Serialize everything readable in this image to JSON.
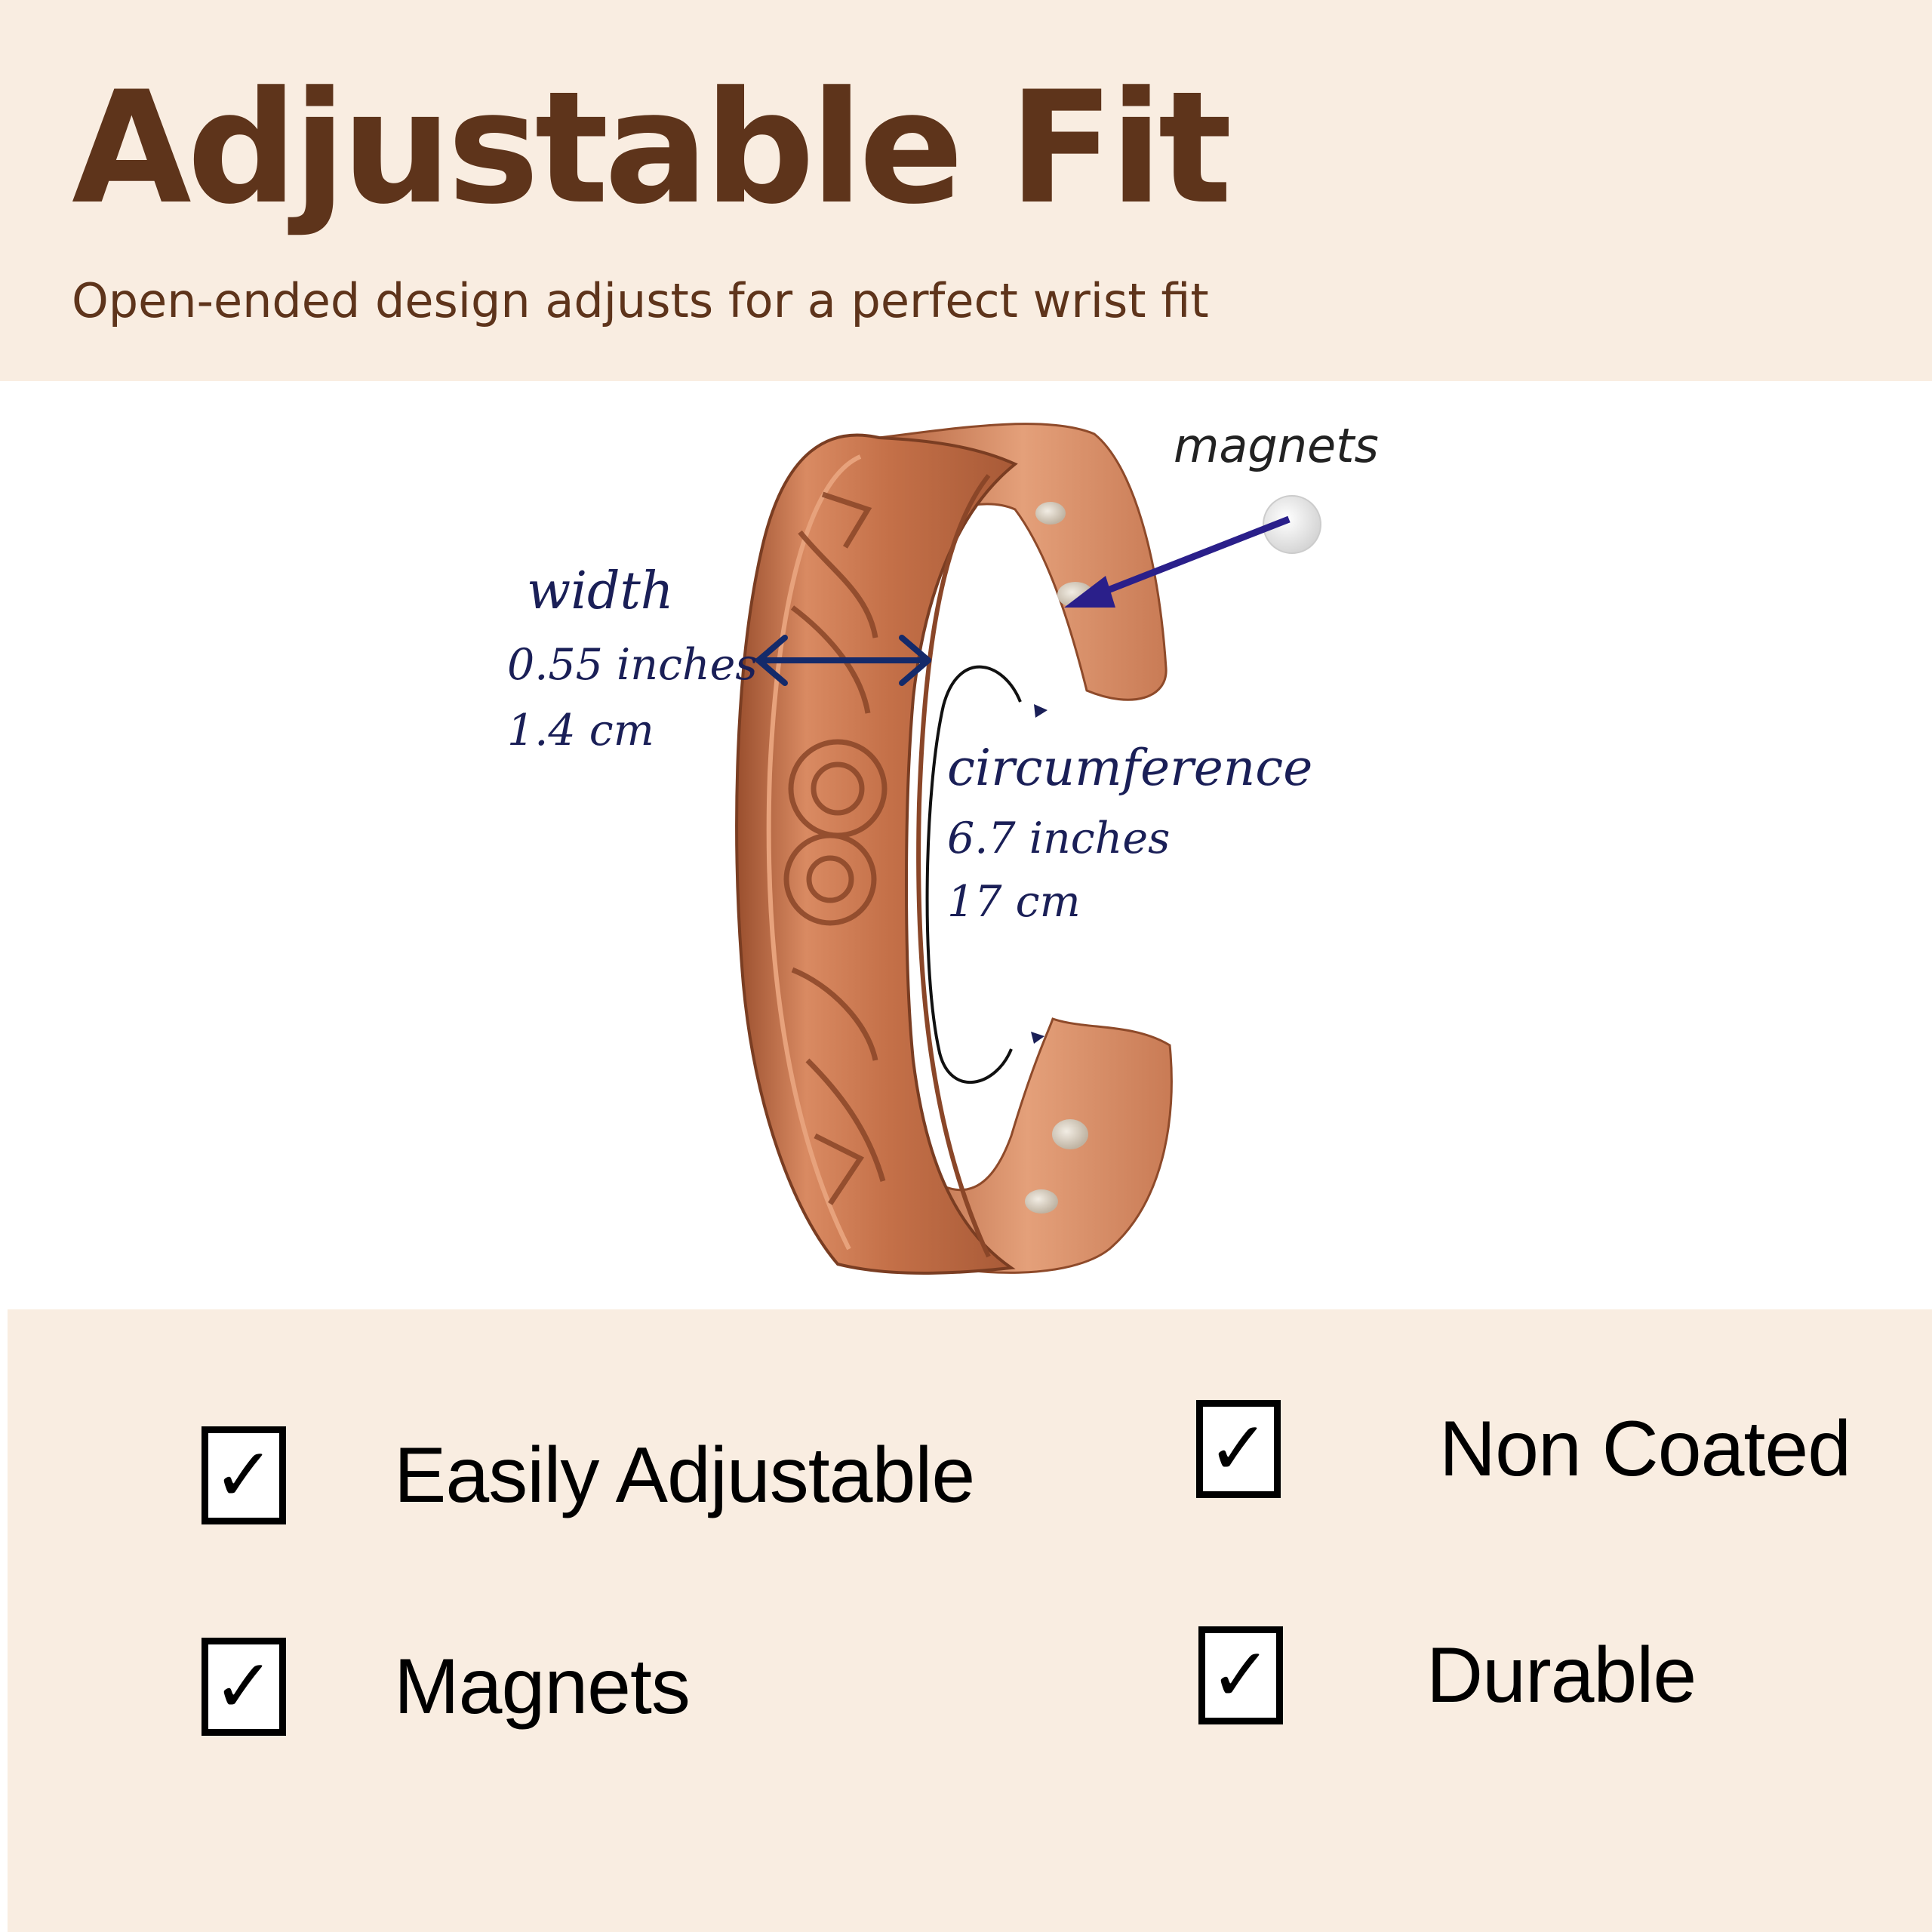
{
  "header": {
    "title": "Adjustable Fit",
    "subtitle": "Open-ended design adjusts for a perfect wrist fit"
  },
  "product": {
    "image_name": "copper-cuff-bracelet",
    "annotations": {
      "width_label": "width",
      "width_inches": "0.55 inches",
      "width_cm": "1.4 cm",
      "circumference_label": "circumference",
      "circumference_inches": "6.7 inches",
      "circumference_cm": "17 cm",
      "magnets_label": "magnets"
    }
  },
  "features": [
    {
      "label": "Easily Adjustable",
      "checked": true,
      "check_glyph": "✓"
    },
    {
      "label": "Magnets",
      "checked": true,
      "check_glyph": "✓"
    },
    {
      "label": "Non Coated",
      "checked": true,
      "check_glyph": "✓"
    },
    {
      "label": "Durable",
      "checked": true,
      "check_glyph": "✓"
    }
  ],
  "colors": {
    "band_background": "#f9ede1",
    "heading_brown": "#5e341b",
    "annotation_navy": "#1a1f57",
    "arrow_indigo": "#2a1f8a",
    "copper": "#c0704a"
  }
}
